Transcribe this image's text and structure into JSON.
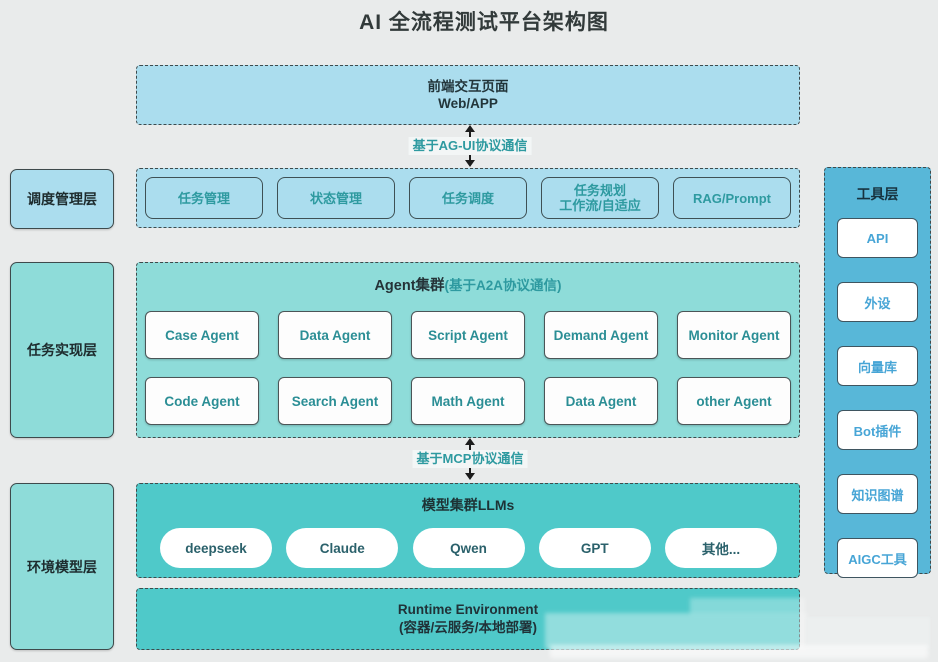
{
  "palette": {
    "bg": "#e9ebeb",
    "lightBlue": "#abddee",
    "turquoise": "#8edcd9",
    "teal": "#4fc9c9",
    "toolBlue": "#58b7d8",
    "borderDark": "#3e4a4c",
    "tealText": "#2e9aa0"
  },
  "title": "AI 全流程测试平台架构图",
  "frontend": {
    "label": "前端交互页面\nWeb/APP"
  },
  "arrows": {
    "agui": "基于AG-UI协议通信",
    "mcp": "基于MCP协议通信"
  },
  "layers_left": [
    {
      "label": "调度管理层"
    },
    {
      "label": "任务实现层"
    },
    {
      "label": "环境模型层"
    }
  ],
  "dispatch": {
    "items": [
      "任务管理",
      "状态管理",
      "任务调度",
      "任务规划\n工作流/自适应",
      "RAG/Prompt"
    ]
  },
  "agents": {
    "title": "Agent集群",
    "subtitle": "(基于A2A协议通信)",
    "items": [
      "Case Agent",
      "Data Agent",
      "Script Agent",
      "Demand Agent",
      "Monitor Agent",
      "Code Agent",
      "Search Agent",
      "Math Agent",
      "Data Agent",
      "other Agent"
    ]
  },
  "models": {
    "title": "模型集群LLMs",
    "items": [
      "deepseek",
      "Claude",
      "Qwen",
      "GPT",
      "其他..."
    ]
  },
  "runtime": {
    "label": "Runtime Environment\n(容器/云服务/本地部署)"
  },
  "tools": {
    "title": "工具层",
    "items": [
      "API",
      "外设",
      "向量库",
      "Bot插件",
      "知识图谱",
      "AIGC工具"
    ]
  }
}
